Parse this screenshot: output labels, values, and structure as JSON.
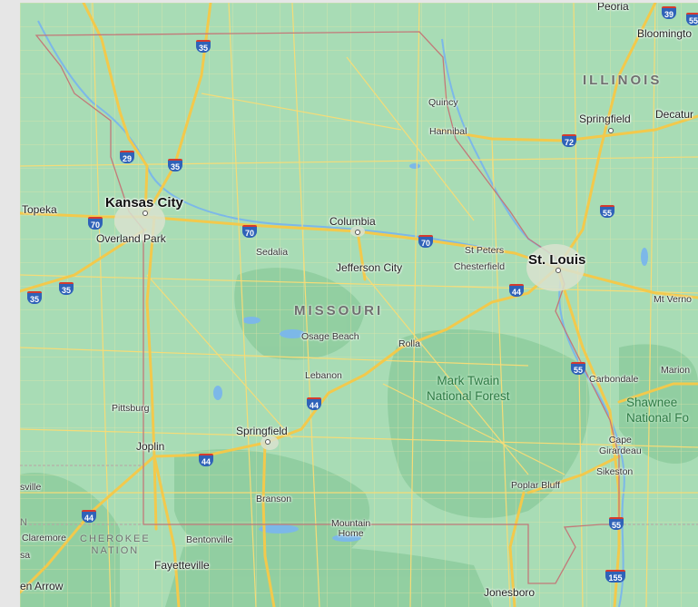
{
  "map": {
    "region": "Missouri",
    "states": [
      {
        "id": "missouri",
        "label": "MISSOURI"
      },
      {
        "id": "illinois",
        "label": "ILLINOIS"
      },
      {
        "id": "cherokee",
        "label": "CHEROKEE\nNATION"
      },
      {
        "id": "n-edge",
        "label": "N"
      }
    ],
    "forests": [
      {
        "id": "mark-twain",
        "label": "Mark Twain\nNational Forest"
      },
      {
        "id": "shawnee",
        "label": "Shawnee\nNational Fo"
      }
    ],
    "cities": [
      {
        "id": "kansas-city",
        "label": "Kansas City"
      },
      {
        "id": "st-louis",
        "label": "St. Louis"
      },
      {
        "id": "columbia",
        "label": "Columbia"
      },
      {
        "id": "springfield-mo",
        "label": "Springfield"
      },
      {
        "id": "springfield-il",
        "label": "Springfield"
      },
      {
        "id": "topeka",
        "label": "Topeka"
      },
      {
        "id": "overland-park",
        "label": "Overland Park"
      },
      {
        "id": "jefferson-city",
        "label": "Jefferson City"
      },
      {
        "id": "joplin",
        "label": "Joplin"
      },
      {
        "id": "peoria",
        "label": "Peoria"
      },
      {
        "id": "bloomington",
        "label": "Bloomingto"
      },
      {
        "id": "decatur",
        "label": "Decatur"
      },
      {
        "id": "sedalia",
        "label": "Sedalia"
      },
      {
        "id": "quincy",
        "label": "Quincy"
      },
      {
        "id": "hannibal",
        "label": "Hannibal"
      },
      {
        "id": "st-peters",
        "label": "St Peters"
      },
      {
        "id": "chesterfield",
        "label": "Chesterfield"
      },
      {
        "id": "osage-beach",
        "label": "Osage Beach"
      },
      {
        "id": "rolla",
        "label": "Rolla"
      },
      {
        "id": "lebanon",
        "label": "Lebanon"
      },
      {
        "id": "pittsburg",
        "label": "Pittsburg"
      },
      {
        "id": "branson",
        "label": "Branson"
      },
      {
        "id": "mountain-home",
        "label": "Mountain\nHome"
      },
      {
        "id": "bentonville",
        "label": "Bentonville"
      },
      {
        "id": "fayetteville",
        "label": "Fayetteville"
      },
      {
        "id": "claremore",
        "label": "Claremore"
      },
      {
        "id": "poplar-bluff",
        "label": "Poplar Bluff"
      },
      {
        "id": "carbondale",
        "label": "Carbondale"
      },
      {
        "id": "marion",
        "label": "Marion"
      },
      {
        "id": "cape-girardeau",
        "label": "Cape\nGirardeau"
      },
      {
        "id": "sikeston",
        "label": "Sikeston"
      },
      {
        "id": "jonesboro",
        "label": "Jonesboro"
      },
      {
        "id": "mt-vernon",
        "label": "Mt Verno"
      },
      {
        "id": "ville-edge",
        "label": "sville"
      },
      {
        "id": "sa-edge",
        "label": "sa"
      },
      {
        "id": "en-arrow",
        "label": "en Arrow"
      }
    ],
    "interstates": [
      {
        "id": "i35-north",
        "number": "35"
      },
      {
        "id": "i29",
        "number": "29"
      },
      {
        "id": "i35-kc",
        "number": "35"
      },
      {
        "id": "i70-west",
        "number": "70"
      },
      {
        "id": "i70-mid",
        "number": "70"
      },
      {
        "id": "i70-east",
        "number": "70"
      },
      {
        "id": "i35-south-a",
        "number": "35"
      },
      {
        "id": "i35-south-b",
        "number": "35"
      },
      {
        "id": "i72",
        "number": "72"
      },
      {
        "id": "i55-il",
        "number": "55"
      },
      {
        "id": "i44-stl",
        "number": "44"
      },
      {
        "id": "i44-leb",
        "number": "44"
      },
      {
        "id": "i44-joplin",
        "number": "44"
      },
      {
        "id": "i44-ok",
        "number": "44"
      },
      {
        "id": "i55-south",
        "number": "55"
      },
      {
        "id": "i55-bootheel",
        "number": "55"
      },
      {
        "id": "i155",
        "number": "155"
      },
      {
        "id": "i39",
        "number": "39"
      },
      {
        "id": "i55-top",
        "number": "55"
      }
    ],
    "colors": {
      "land": "#a8dcb5",
      "forest": "#88c99a",
      "roads": "#f7d75f",
      "interstate_shield": "#2f62b8",
      "border": "#c27979",
      "water": "#7cb8e8"
    }
  }
}
